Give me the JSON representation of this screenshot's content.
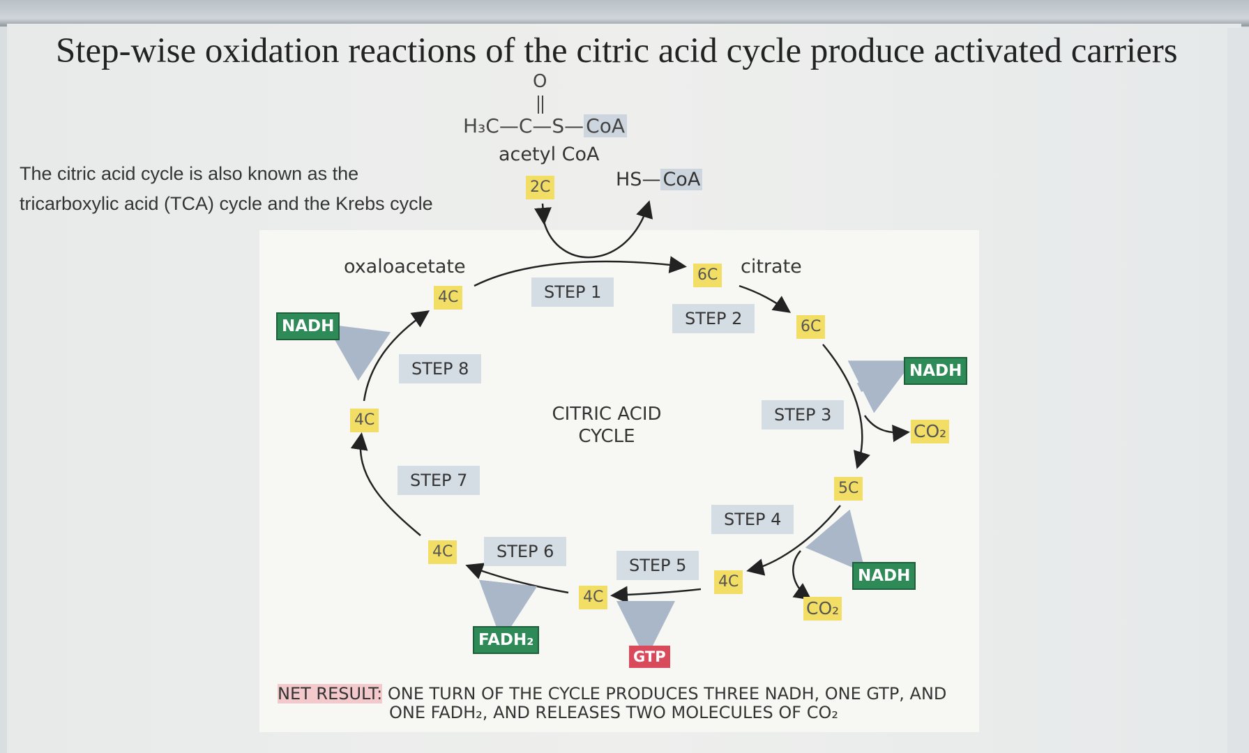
{
  "title": "Step-wise oxidation reactions of the citric acid cycle produce activated carriers",
  "note": {
    "line1": "The citric acid cycle is also known as the",
    "line2": "tricarboxylic acid (TCA) cycle and the Krebs cycle"
  },
  "acetyl": {
    "formula_o": "O",
    "formula_left": "H₃C—C—S—",
    "formula_coa": "CoA",
    "name": "acetyl CoA",
    "carbons": "2C"
  },
  "hs_coa": {
    "hs": "HS—",
    "coa": "CoA"
  },
  "metabolites": {
    "oxaloacetate": "oxaloacetate",
    "citrate": "citrate"
  },
  "carbons": {
    "oxaloacetate": "4C",
    "citrate": "6C",
    "isocitrate": "6C",
    "ketoglutarate": "5C",
    "succinyl": "4C",
    "succinate": "4C",
    "fumarate": "4C",
    "malate": "4C"
  },
  "steps": [
    "STEP 1",
    "STEP 2",
    "STEP 3",
    "STEP 4",
    "STEP 5",
    "STEP 6",
    "STEP 7",
    "STEP 8"
  ],
  "products": {
    "nadh_step3": "NADH",
    "co2_step3": "CO₂",
    "nadh_step4": "NADH",
    "co2_step4": "CO₂",
    "gtp": "GTP",
    "fadh2": "FADH₂",
    "nadh_step8": "NADH"
  },
  "center_label": {
    "line1": "CITRIC ACID",
    "line2": "CYCLE"
  },
  "net_result": {
    "head": "NET RESULT:",
    "line1": " ONE TURN OF THE CYCLE PRODUCES THREE NADH, ONE GTP, AND",
    "line2": "ONE FADH₂, AND RELEASES TWO MOLECULES OF CO₂"
  },
  "colors": {
    "nadh": "#2e8b57",
    "gtp": "#d94a5a",
    "carbon_box": "#f2de64",
    "step_box": "#d4dce4",
    "net_highlight": "#f3c9cc"
  }
}
